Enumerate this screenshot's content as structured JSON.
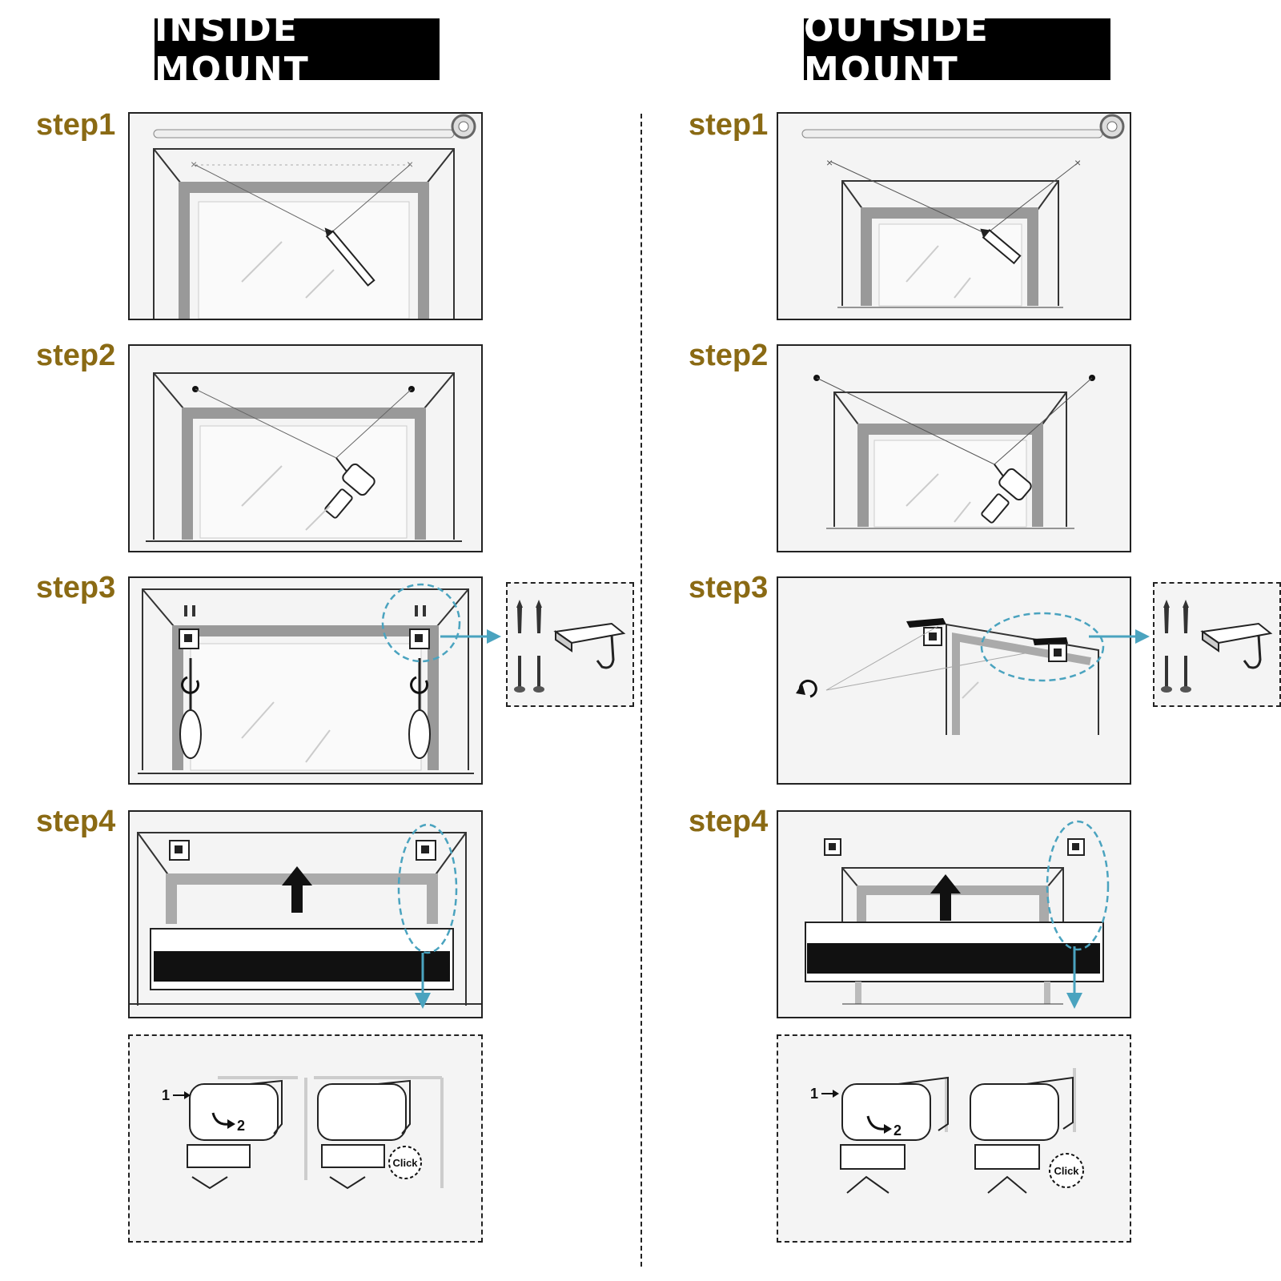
{
  "inside": {
    "title": "INSIDE MOUNT",
    "steps": [
      "step1",
      "step2",
      "step3",
      "step4"
    ]
  },
  "outside": {
    "title": "OUTSIDE MOUNT",
    "steps": [
      "step1",
      "step2",
      "step3",
      "step4"
    ]
  },
  "detail": {
    "num1": "1",
    "num2": "2",
    "click": "Click"
  },
  "colors": {
    "step_label": "#8a6a14",
    "accent_arrow": "#4aa3bf",
    "banner_bg": "#000000"
  }
}
